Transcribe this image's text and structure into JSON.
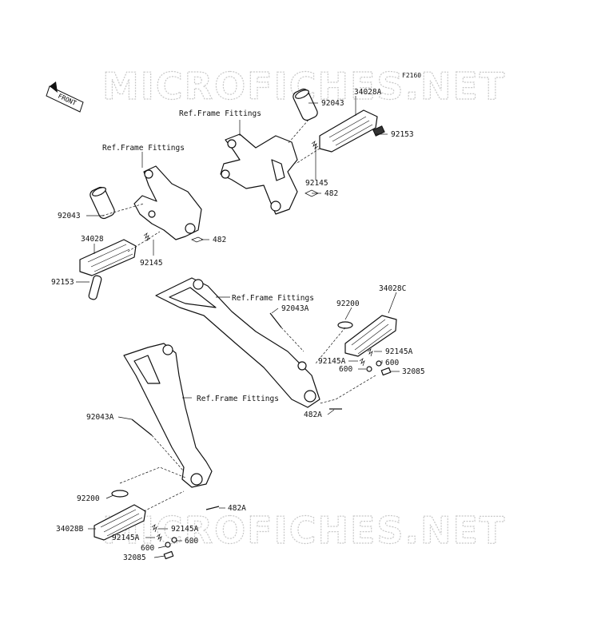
{
  "watermark": {
    "top": "MICROFICHES.NET",
    "bottom": "MICROFICHES.NET"
  },
  "diagram_code": "F2160",
  "front_arrow": "FRONT",
  "ref_labels": {
    "ref1": "Ref.Frame Fittings",
    "ref2": "Ref.Frame Fittings",
    "ref3": "Ref.Frame Fittings",
    "ref4": "Ref.Frame Fittings"
  },
  "parts": {
    "p92043_upper": "92043",
    "p34028A": "34028A",
    "p92153_upper": "92153",
    "p92145_upper": "92145",
    "p482_upper": "482",
    "p92043_left": "92043",
    "p34028": "34028",
    "p482_left": "482",
    "p92145_left": "92145",
    "p92153_left": "92153",
    "p92043A_mid": "92043A",
    "p92200_right": "92200",
    "p34028C": "34028C",
    "p92145A_right": "92145A",
    "p92145A_right2": "92145A",
    "p600_right": "600",
    "p600_right2": "600",
    "p32085_right": "32085",
    "p482A_mid": "482A",
    "p92043A_left": "92043A",
    "p92200_left": "92200",
    "p482A_low": "482A",
    "p34028B": "34028B",
    "p92145A_low": "92145A",
    "p92145A_low2": "92145A",
    "p600_low": "600",
    "p600_low2": "600",
    "p32085_low": "32085"
  }
}
